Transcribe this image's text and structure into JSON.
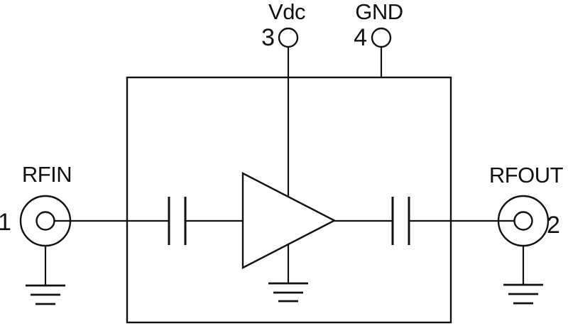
{
  "diagram": {
    "type": "rf-amplifier-schematic",
    "colors": {
      "line": "#111111",
      "background": "#ffffff"
    },
    "ports": [
      {
        "number": "1",
        "label": "RFIN",
        "side": "left",
        "connector": "coaxial",
        "grounded": true
      },
      {
        "number": "2",
        "label": "RFOUT",
        "side": "right",
        "connector": "coaxial",
        "grounded": true
      },
      {
        "number": "3",
        "label": "Vdc",
        "side": "top",
        "connector": "pin"
      },
      {
        "number": "4",
        "label": "GND",
        "side": "top",
        "connector": "pin"
      }
    ],
    "components": [
      {
        "name": "input-dc-block-capacitor"
      },
      {
        "name": "amplifier"
      },
      {
        "name": "output-dc-block-capacitor"
      }
    ]
  }
}
